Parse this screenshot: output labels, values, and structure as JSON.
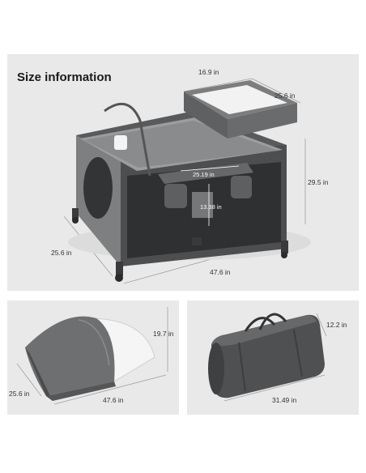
{
  "main_panel": {
    "title": "Size information",
    "dims": {
      "top_width": "16.9 in",
      "top_depth": "25.6 in",
      "height": "29.5 in",
      "base_depth": "25.6 in",
      "base_length": "47.6 in",
      "tray_width": "25.19 in",
      "tray_height": "13.38 in"
    }
  },
  "canopy_panel": {
    "dims": {
      "height": "19.7 in",
      "depth": "25.6 in",
      "length": "47.6 in"
    }
  },
  "bag_panel": {
    "dims": {
      "height": "12.2 in",
      "length": "31.49 in"
    }
  },
  "colors": {
    "panel_bg": "#e9e9e9",
    "frame_dark": "#4a4a4c",
    "fabric": "#8d8e90",
    "mesh": "#3b3b3d",
    "dim_line": "#9a9a9a"
  }
}
